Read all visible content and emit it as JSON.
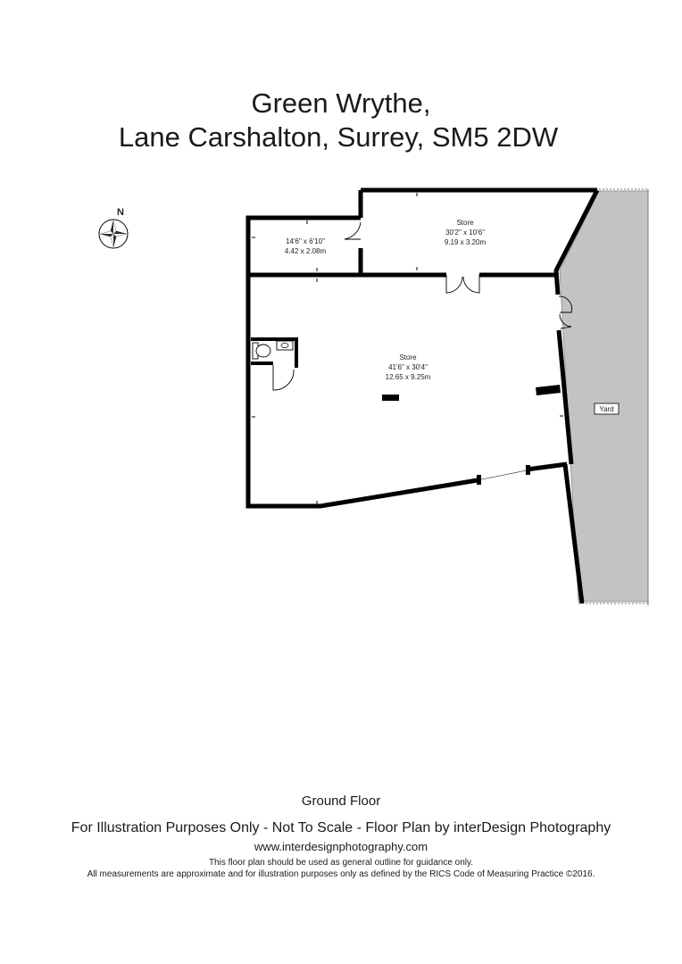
{
  "header": {
    "line1": "Green Wrythe,",
    "line2": "Lane Carshalton, Surrey, SM5 2DW"
  },
  "compass": {
    "label": "N",
    "icon": "compass-rose-icon"
  },
  "rooms": [
    {
      "name": "",
      "imperial": "14'6\" x 6'10\"",
      "metric": "4.42 x 2.08m"
    },
    {
      "name": "Store",
      "imperial": "30'2\" x 10'6\"",
      "metric": "9.19 x 3.20m"
    },
    {
      "name": "Store",
      "imperial": "41'6\" x 30'4\"",
      "metric": "12.65 x 9.25m"
    },
    {
      "name": "Yard"
    }
  ],
  "footer": {
    "floor_label": "Ground Floor",
    "disclaimer": "For Illustration Purposes Only - Not To Scale - Floor Plan by interDesign Photography",
    "website": "www.interdesignphotography.com",
    "note1": "This floor plan should be used as general outline for guidance only.",
    "note2": "All measurements are approximate and for illustration purposes only as defined by the RICS Code of Measuring Practice ©2016."
  },
  "colors": {
    "wall": "#000000",
    "yard": "#c3c3c3",
    "text": "#1a1a1a"
  }
}
